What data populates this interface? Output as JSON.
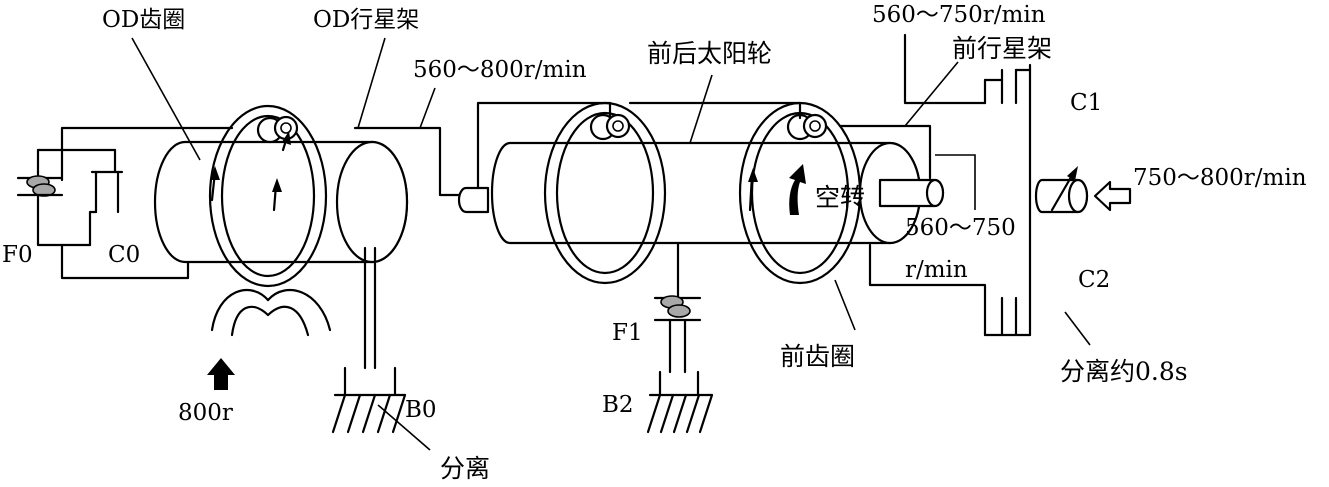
{
  "diagram": {
    "labels": {
      "od_ring_gear": "OD齿圈",
      "od_planet_carrier": "OD行星架",
      "speed_560_800": "560～800r/min",
      "front_rear_sun_gear": "前后太阳轮",
      "speed_560_750_top": "560～750r/min",
      "front_planet_carrier": "前行星架",
      "c1": "C1",
      "input_speed": "750～800r/min",
      "freewheel": "空转",
      "speed_560_750_mid": "560～750",
      "speed_unit": "r/min",
      "c2": "C2",
      "separation_time": "分离约0.8s",
      "front_ring_gear": "前齿圈",
      "f0": "F0",
      "c0": "C0",
      "f1": "F1",
      "b0": "B0",
      "b2": "B2",
      "rpm_800": "800r",
      "separate": "分离"
    }
  }
}
